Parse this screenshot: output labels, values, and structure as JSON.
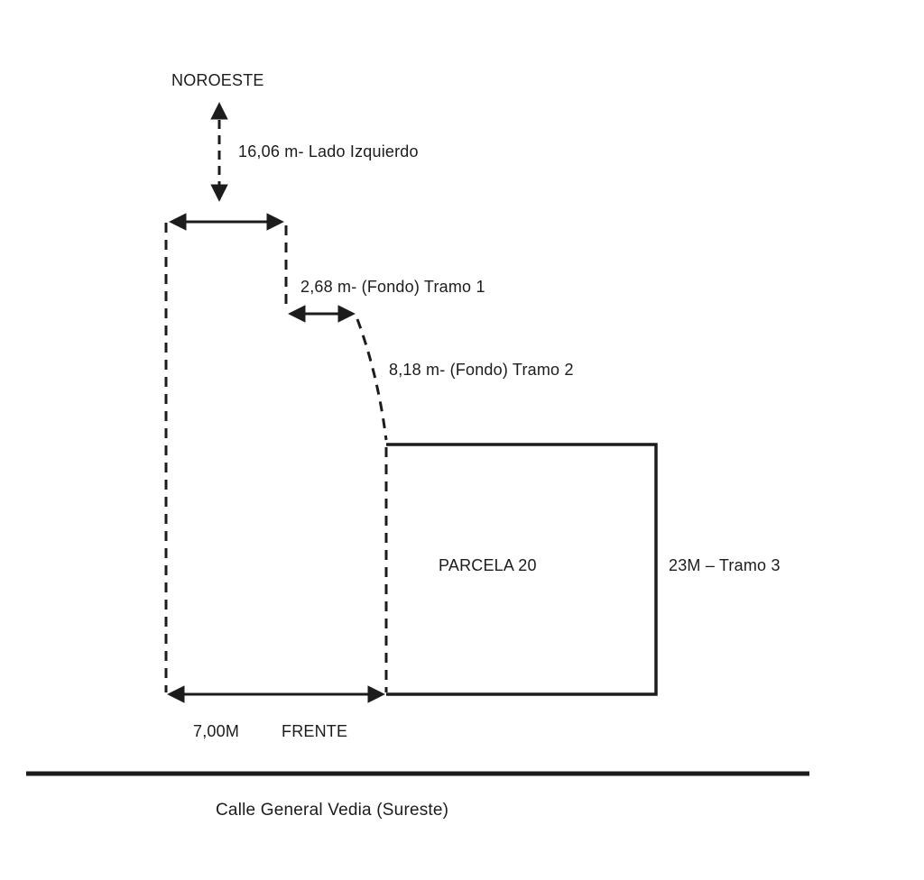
{
  "diagram": {
    "line_color": "#1c1c1c",
    "north_label": "NOROESTE",
    "left_side_label": "16,06 m- Lado Izquierdo",
    "tramo1_label": "2,68 m- (Fondo) Tramo 1",
    "tramo2_label": "8,18 m- (Fondo) Tramo 2",
    "parcel_label": "PARCELA 20",
    "tramo3_label": "23M – Tramo 3",
    "frente_value": "7,00M",
    "frente_label": "FRENTE",
    "street_label": "Calle General Vedia (Sureste)"
  }
}
